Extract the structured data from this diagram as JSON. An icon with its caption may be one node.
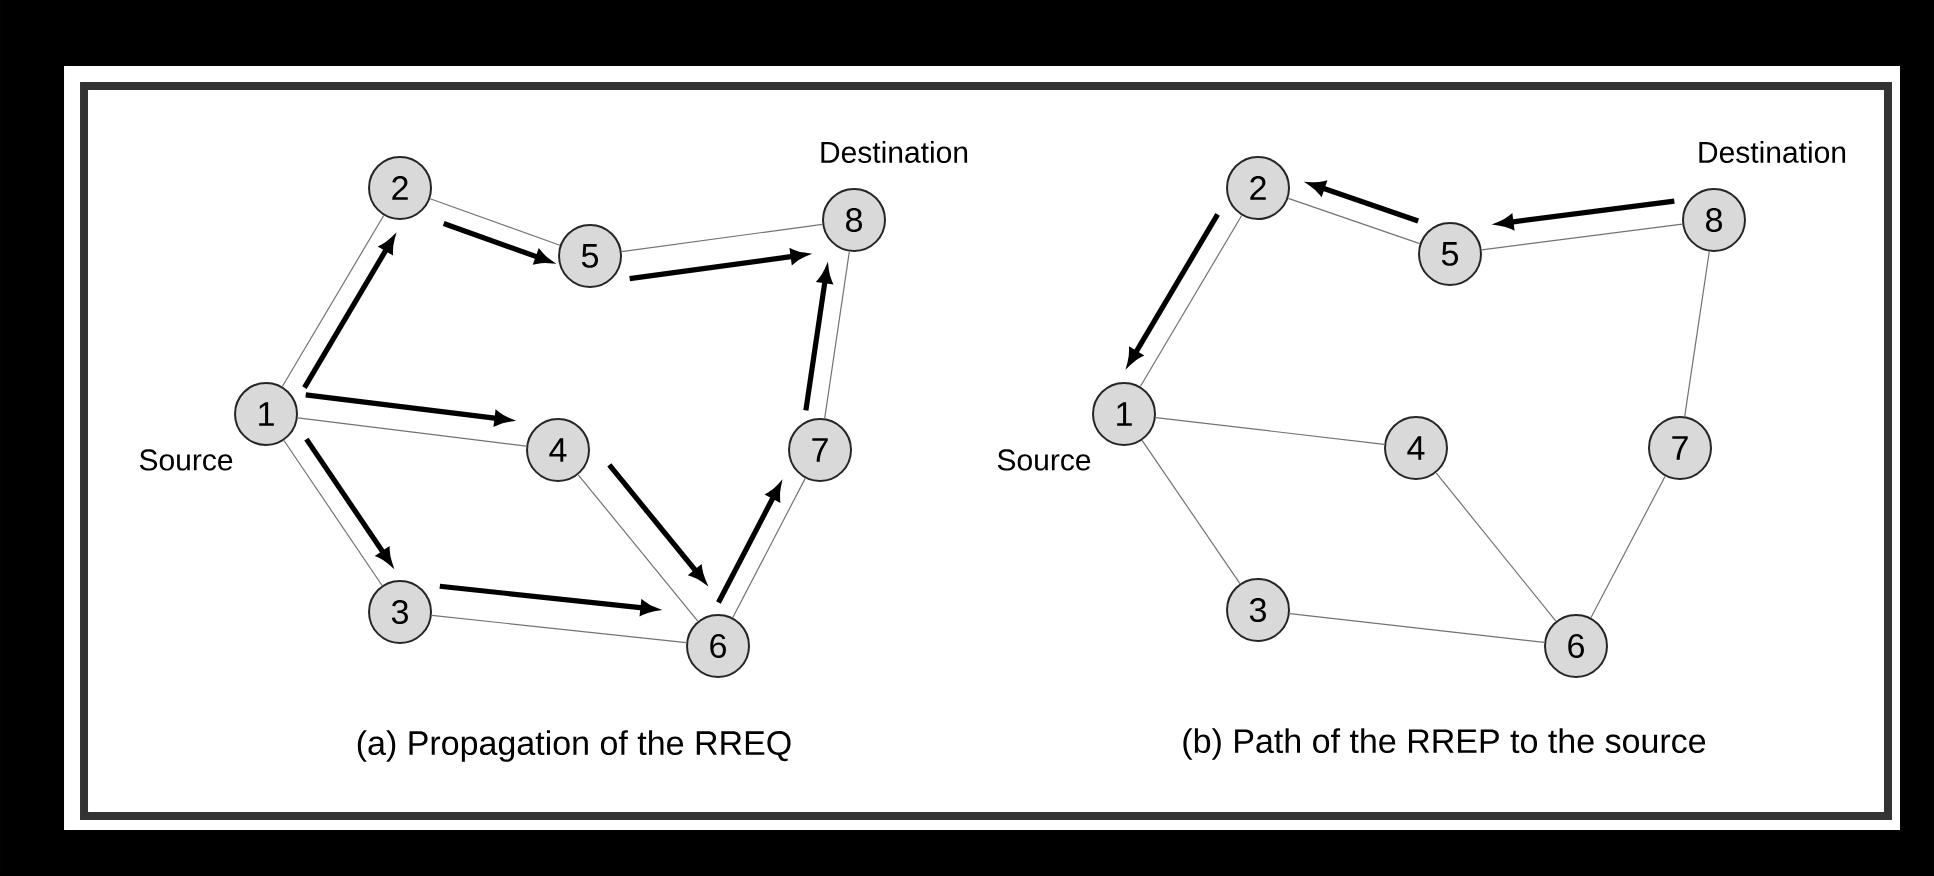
{
  "diagram": {
    "nodes": [
      {
        "text": [
          "1"
        ],
        "beside": [
          "Source"
        ]
      },
      {
        "text": [
          "2"
        ]
      },
      {
        "text": [
          "3"
        ]
      },
      {
        "text": [
          "4"
        ]
      },
      {
        "text": [
          "5"
        ]
      },
      {
        "text": [
          "6"
        ]
      },
      {
        "text": [
          "7"
        ]
      },
      {
        "text": [
          "8"
        ],
        "beside": [
          "Destination"
        ]
      },
      {
        "text": [
          "1"
        ],
        "beside": [
          "Source"
        ]
      },
      {
        "text": [
          "2"
        ]
      },
      {
        "text": [
          "3"
        ]
      },
      {
        "text": [
          "4"
        ]
      },
      {
        "text": [
          "5"
        ]
      },
      {
        "text": [
          "6"
        ]
      },
      {
        "text": [
          "7"
        ]
      },
      {
        "text": [
          "8"
        ],
        "beside": [
          "Destination"
        ]
      }
    ],
    "edges": [
      {
        "from": 0,
        "to": 1,
        "arrow": "none"
      },
      {
        "from": 1,
        "to": 4,
        "arrow": "none"
      },
      {
        "from": 4,
        "to": 7,
        "arrow": "none"
      },
      {
        "from": 7,
        "to": 6,
        "arrow": "none"
      },
      {
        "from": 6,
        "to": 5,
        "arrow": "none"
      },
      {
        "from": 5,
        "to": 2,
        "arrow": "none"
      },
      {
        "from": 2,
        "to": 0,
        "arrow": "none"
      },
      {
        "from": 0,
        "to": 3,
        "arrow": "none"
      },
      {
        "from": 3,
        "to": 5,
        "arrow": "none"
      },
      {
        "from": 0,
        "to": 1,
        "arrow": "to",
        "style": "thick",
        "color": "#000000"
      },
      {
        "from": 1,
        "to": 4,
        "arrow": "to",
        "style": "thick",
        "color": "#000000"
      },
      {
        "from": 4,
        "to": 7,
        "arrow": "to",
        "style": "thick",
        "color": "#000000"
      },
      {
        "from": 0,
        "to": 3,
        "arrow": "to",
        "style": "thick",
        "color": "#000000"
      },
      {
        "from": 3,
        "to": 5,
        "arrow": "to",
        "style": "thick",
        "color": "#000000"
      },
      {
        "from": 0,
        "to": 2,
        "arrow": "to",
        "style": "thick",
        "color": "#000000"
      },
      {
        "from": 2,
        "to": 5,
        "arrow": "to",
        "style": "thick",
        "color": "#000000"
      },
      {
        "from": 5,
        "to": 6,
        "arrow": "to",
        "style": "thick",
        "color": "#000000"
      },
      {
        "from": 6,
        "to": 7,
        "arrow": "to",
        "style": "thick",
        "color": "#000000"
      },
      {
        "from": 8,
        "to": 9,
        "arrow": "none"
      },
      {
        "from": 9,
        "to": 12,
        "arrow": "none"
      },
      {
        "from": 12,
        "to": 15,
        "arrow": "none"
      },
      {
        "from": 15,
        "to": 14,
        "arrow": "none"
      },
      {
        "from": 14,
        "to": 13,
        "arrow": "none"
      },
      {
        "from": 13,
        "to": 10,
        "arrow": "none"
      },
      {
        "from": 10,
        "to": 8,
        "arrow": "none"
      },
      {
        "from": 8,
        "to": 11,
        "arrow": "none"
      },
      {
        "from": 11,
        "to": 13,
        "arrow": "none"
      },
      {
        "from": 15,
        "to": 12,
        "arrow": "to",
        "style": "thick",
        "color": "#000000"
      },
      {
        "from": 12,
        "to": 9,
        "arrow": "to",
        "style": "thick",
        "color": "#000000"
      },
      {
        "from": 9,
        "to": 8,
        "arrow": "to",
        "style": "thick",
        "color": "#000000"
      }
    ],
    "labels": [
      "(a) Propagation of the RREQ",
      "(b) Path of the RREP to the source"
    ]
  }
}
